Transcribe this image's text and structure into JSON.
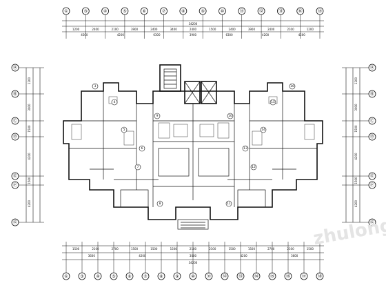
{
  "top_axes": [
    "①",
    "③",
    "④",
    "⑤",
    "⑥",
    "⑦",
    "⑧",
    "⑨",
    "⑩",
    "⑪",
    "⑫",
    "⑬",
    "⑭",
    "⑮"
  ],
  "bottom_axes": [
    "①",
    "③",
    "④",
    "⑤",
    "⑥",
    "⑦",
    "⑧",
    "⑨",
    "⑩",
    "⑪",
    "⑫",
    "⑬",
    "⑭",
    "⑮",
    "⑯",
    "⑰",
    "⑱"
  ],
  "left_axes": [
    "Ⓐ",
    "Ⓑ",
    "Ⓒ",
    "Ⓓ",
    "Ⓔ",
    "Ⓕ",
    "Ⓖ"
  ],
  "right_axes": [
    "Ⓐ",
    "Ⓑ",
    "Ⓒ",
    "Ⓓ",
    "Ⓔ",
    "Ⓕ",
    "Ⓖ"
  ],
  "top_dims_row1": [
    "1200",
    "2400",
    "2100",
    "3900",
    "2400",
    "3400",
    "2400",
    "1500",
    "2400",
    "3900",
    "2400",
    "2100",
    "1200"
  ],
  "top_dims_row2": [
    "4500",
    "4200",
    "6300",
    "3900",
    "6300",
    "4200",
    "4500"
  ],
  "top_total": "34200",
  "bottom_dims_row1": [
    "1500",
    "2100",
    "2700",
    "1500",
    "1500",
    "1500",
    "2100",
    "2100",
    "1500",
    "1500",
    "2700",
    "2100",
    "1500"
  ],
  "bottom_dims_row2": [
    "3600",
    "4200",
    "3000",
    "4200",
    "3600"
  ],
  "bottom_total": "34200",
  "left_dims": [
    "1200",
    "3000",
    "1500",
    "4200",
    "1500",
    "4200"
  ],
  "right_dims": [
    "1200",
    "3000",
    "1500",
    "4200",
    "1500",
    "4200"
  ],
  "room_tags": [
    "3",
    "4",
    "5",
    "6",
    "7",
    "8",
    "9",
    "10",
    "11",
    "12",
    "13",
    "14",
    "15",
    "16"
  ],
  "watermark_text": "zhulong"
}
